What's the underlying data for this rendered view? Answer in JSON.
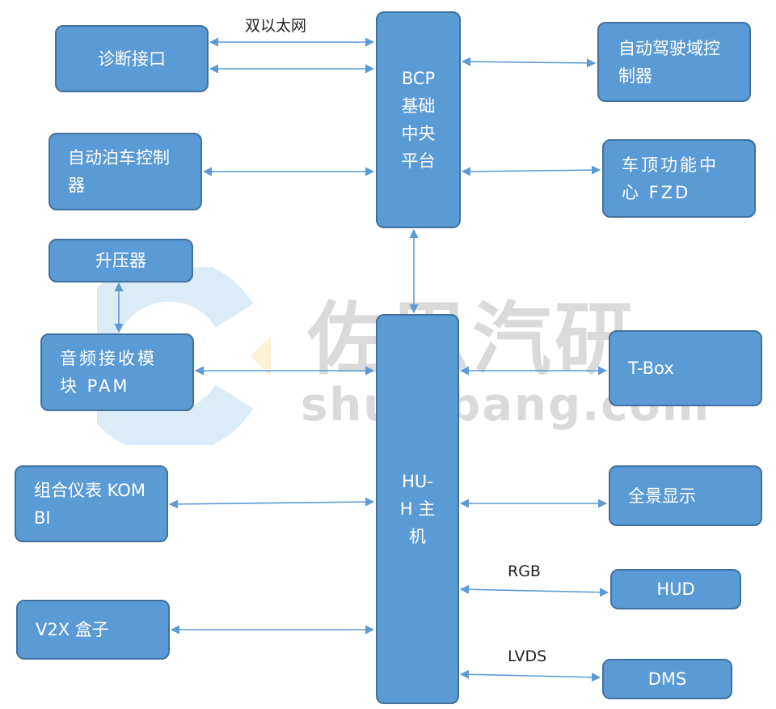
{
  "watermark": {
    "cn": "佐思汽研",
    "en": "shujubang.com"
  },
  "connection_labels": {
    "ethernet": "双以太网",
    "rgb": "RGB",
    "lvds": "LVDS"
  },
  "nodes": {
    "diag": "诊断接口",
    "apa": "自动泊车控制\n器",
    "booster": "升压器",
    "pam": "音频接收模\n块 PAM",
    "kombi": "组合仪表 KOM\nBI",
    "v2x": "V2X 盒子",
    "bcp": "BCP\n基础\n中央\n平台",
    "hu": "HU-\nH 主\n机",
    "adas": "自动驾驶域控\n制器",
    "fzd": "车顶功能中\n心 FZD",
    "tbox": "T-Box",
    "avm": "全景显示",
    "hud": "HUD",
    "dms": "DMS"
  },
  "colors": {
    "box_fill": "#5b9bd5",
    "box_border": "#41719c",
    "arrow": "#5b9bd5"
  }
}
